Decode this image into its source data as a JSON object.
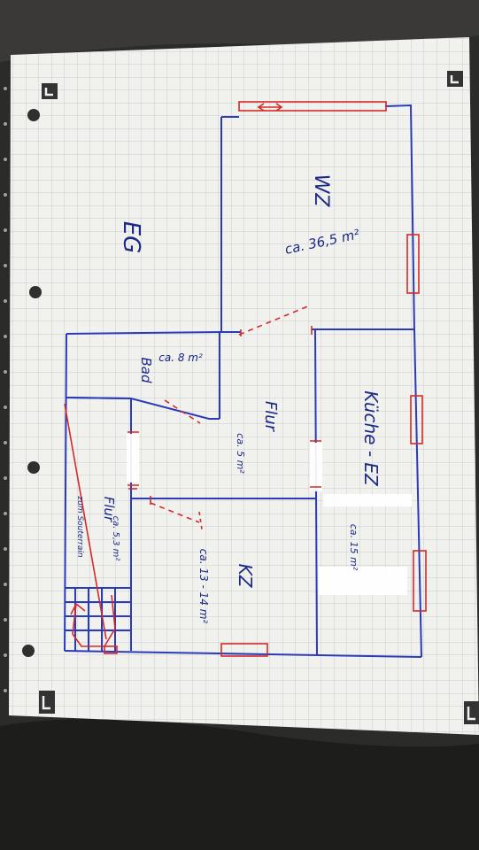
{
  "plan": {
    "floor_label": "EG",
    "rooms": {
      "wz": {
        "name": "WZ",
        "area": "ca. 36,5 m²"
      },
      "bad": {
        "name": "Bad",
        "area": "ca. 8 m²"
      },
      "flur_main": {
        "name": "Flur",
        "area": "ca. 5 m²"
      },
      "kueche": {
        "name": "Küche - EZ",
        "area": "ca. 15 m²"
      },
      "kz": {
        "name": "KZ",
        "area": "ca. 13 - 14 m²"
      },
      "flur_small": {
        "name": "Flur",
        "area": "ca. 5,3 m²"
      }
    },
    "stair_note": "zum Souterrain"
  },
  "colors": {
    "ink_blue": "#2b3bb8",
    "ink_red": "#d32a2a",
    "paper": "#f1f1ee",
    "grid_line": "#b9c0c8",
    "background": "#2b2b2a"
  }
}
